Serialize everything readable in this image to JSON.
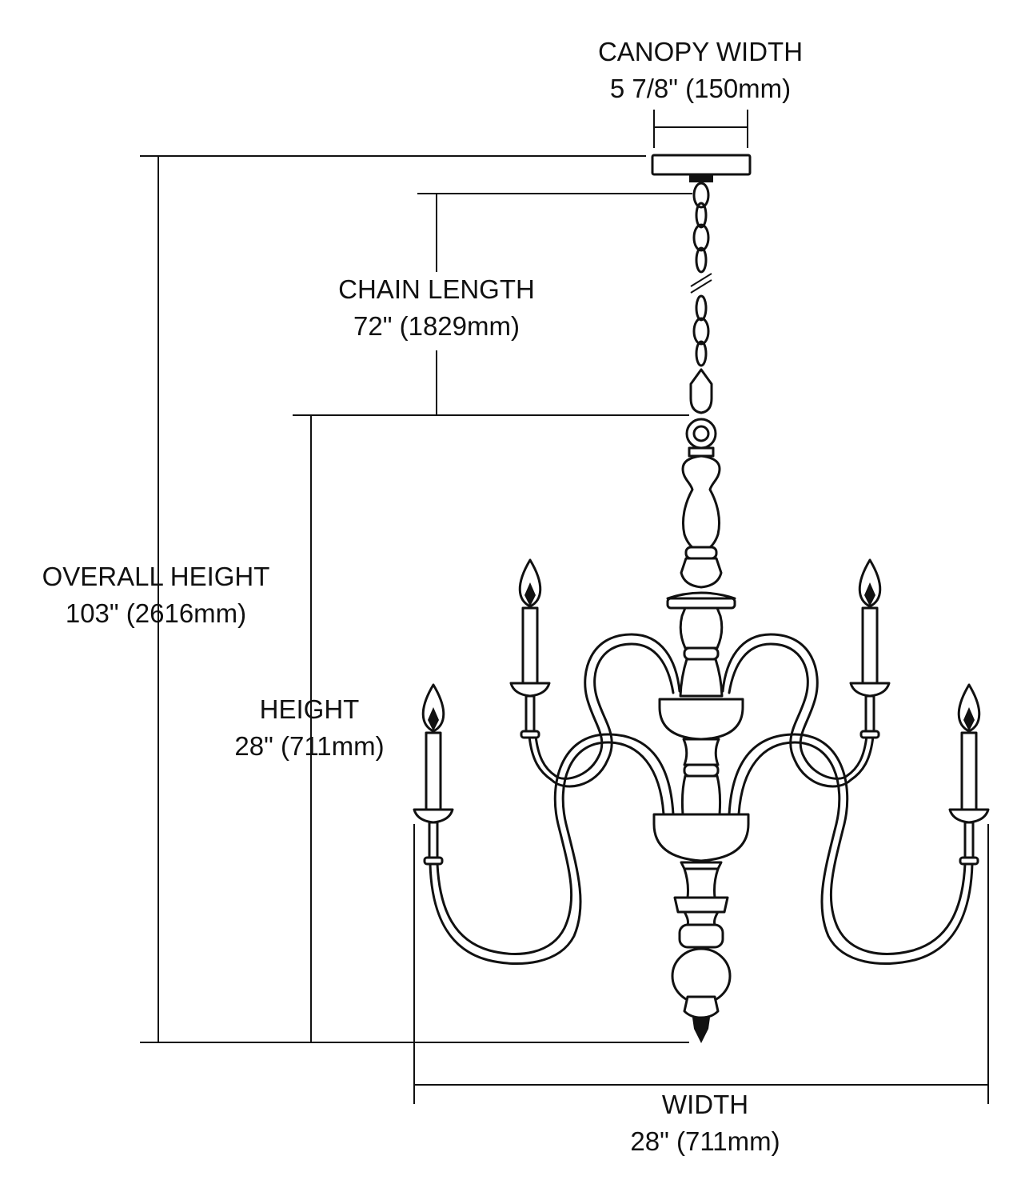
{
  "dimensions": {
    "canopy_width": {
      "title": "CANOPY WIDTH",
      "value": "5 7/8\" (150mm)"
    },
    "chain_length": {
      "title": "CHAIN LENGTH",
      "value": "72\" (1829mm)"
    },
    "overall_height": {
      "title": "OVERALL HEIGHT",
      "value": "103\" (2616mm)"
    },
    "height": {
      "title": "HEIGHT",
      "value": "28\" (711mm)"
    },
    "width": {
      "title": "WIDTH",
      "value": "28\" (711mm)"
    }
  }
}
